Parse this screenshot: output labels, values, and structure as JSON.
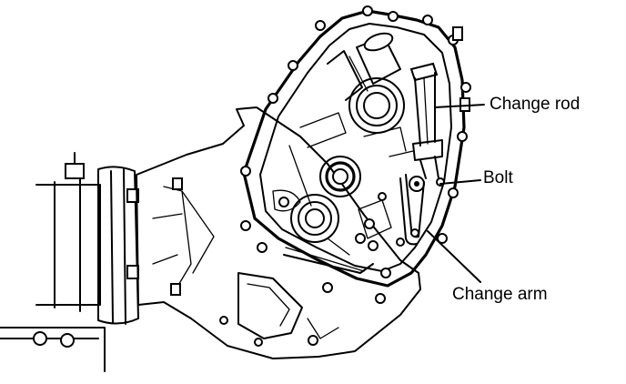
{
  "labels": {
    "change_rod": "Change rod",
    "bolt": "Bolt",
    "change_arm": "Change arm"
  }
}
